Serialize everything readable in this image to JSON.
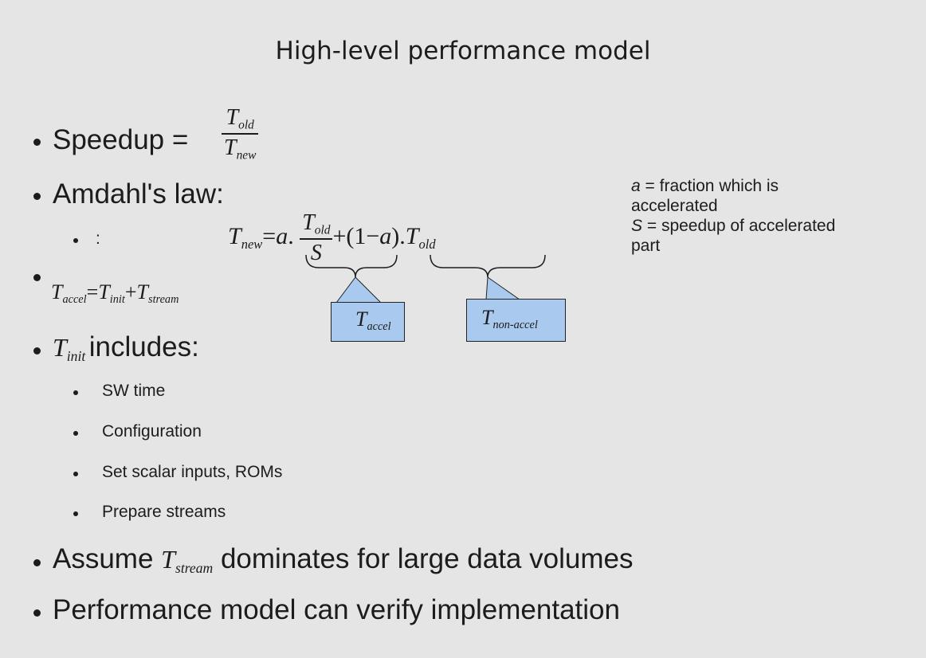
{
  "slide": {
    "title": "High-level performance model",
    "speedup_label": "Speedup =",
    "amdahl_label": "Amdahl's law:",
    "colon": ":",
    "includes_label": "includes:",
    "includes_items": [
      "SW time",
      "Configuration",
      "Set scalar inputs, ROMs",
      "Prepare streams"
    ],
    "assume_before": "Assume",
    "assume_after": "dominates for large data volumes",
    "verify": "Performance model can verify implementation"
  },
  "math": {
    "T": "T",
    "old": "old",
    "new": "new",
    "accel": "accel",
    "init": "init",
    "stream": "stream",
    "non_accel": "non-accel",
    "a": "a",
    "S": "S",
    "eq": "=",
    "plus": "+",
    "dot": ".",
    "lparen": "(",
    "one": "1",
    "minus": "−",
    "rparen": ")"
  },
  "note": {
    "a_symbol": "a",
    "a_text": " = fraction which is accelerated",
    "s_symbol": "S",
    "s_text": " = speedup of accelerated part"
  },
  "colors": {
    "background": "#e5e5e5",
    "callout_fill": "#a9c9ee",
    "text": "#1c1c1c"
  }
}
